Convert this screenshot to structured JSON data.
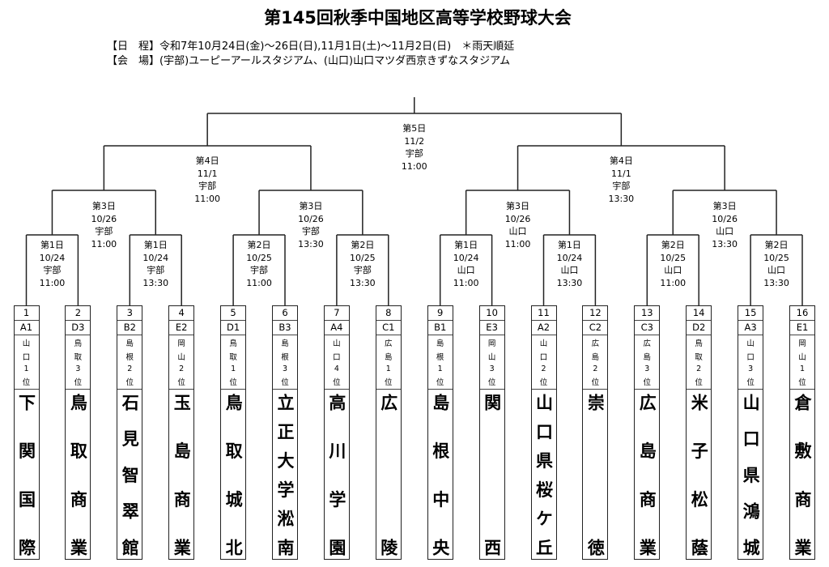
{
  "title": "第145回秋季中国地区高等学校野球大会",
  "schedule_line": "【日　程】令和7年10月24日(金)～26日(日),11月1日(土)～11月2日(日)　＊雨天順延",
  "venue_line": "【会　場】(宇部)ユーピーアールスタジアム、(山口)山口マツダ西京きずなスタジアム",
  "teams": [
    {
      "no": "1",
      "code": "A1",
      "pref": [
        "山",
        "口",
        "1",
        "位"
      ],
      "name": "下関国際"
    },
    {
      "no": "2",
      "code": "D3",
      "pref": [
        "鳥",
        "取",
        "3",
        "位"
      ],
      "name": "鳥取商業"
    },
    {
      "no": "3",
      "code": "B2",
      "pref": [
        "島",
        "根",
        "2",
        "位"
      ],
      "name": "石見智翠館"
    },
    {
      "no": "4",
      "code": "E2",
      "pref": [
        "岡",
        "山",
        "2",
        "位"
      ],
      "name": "玉島商業"
    },
    {
      "no": "5",
      "code": "D1",
      "pref": [
        "鳥",
        "取",
        "1",
        "位"
      ],
      "name": "鳥取城北"
    },
    {
      "no": "6",
      "code": "B3",
      "pref": [
        "島",
        "根",
        "3",
        "位"
      ],
      "name": "立正大学淞南"
    },
    {
      "no": "7",
      "code": "A4",
      "pref": [
        "山",
        "口",
        "4",
        "位"
      ],
      "name": "高川学園"
    },
    {
      "no": "8",
      "code": "C1",
      "pref": [
        "広",
        "島",
        "1",
        "位"
      ],
      "name": "広陵"
    },
    {
      "no": "9",
      "code": "B1",
      "pref": [
        "島",
        "根",
        "1",
        "位"
      ],
      "name": "島根中央"
    },
    {
      "no": "10",
      "code": "E3",
      "pref": [
        "岡",
        "山",
        "3",
        "位"
      ],
      "name": "関西"
    },
    {
      "no": "11",
      "code": "A2",
      "pref": [
        "山",
        "口",
        "2",
        "位"
      ],
      "name": "山口県桜ケ丘"
    },
    {
      "no": "12",
      "code": "C2",
      "pref": [
        "広",
        "島",
        "2",
        "位"
      ],
      "name": "崇徳"
    },
    {
      "no": "13",
      "code": "C3",
      "pref": [
        "広",
        "島",
        "3",
        "位"
      ],
      "name": "広島商業"
    },
    {
      "no": "14",
      "code": "D2",
      "pref": [
        "鳥",
        "取",
        "2",
        "位"
      ],
      "name": "米子松蔭"
    },
    {
      "no": "15",
      "code": "A3",
      "pref": [
        "山",
        "口",
        "3",
        "位"
      ],
      "name": "山口県鴻城"
    },
    {
      "no": "16",
      "code": "E1",
      "pref": [
        "岡",
        "山",
        "1",
        "位"
      ],
      "name": "倉敷商業"
    }
  ],
  "rounds": [
    [
      [
        "第1日",
        "10/24",
        "宇部",
        "11:00"
      ],
      [
        "第1日",
        "10/24",
        "宇部",
        "13:30"
      ],
      [
        "第2日",
        "10/25",
        "宇部",
        "11:00"
      ],
      [
        "第2日",
        "10/25",
        "宇部",
        "13:30"
      ],
      [
        "第1日",
        "10/24",
        "山口",
        "11:00"
      ],
      [
        "第1日",
        "10/24",
        "山口",
        "13:30"
      ],
      [
        "第2日",
        "10/25",
        "山口",
        "11:00"
      ],
      [
        "第2日",
        "10/25",
        "山口",
        "13:30"
      ]
    ],
    [
      [
        "第3日",
        "10/26",
        "宇部",
        "11:00"
      ],
      [
        "第3日",
        "10/26",
        "宇部",
        "13:30"
      ],
      [
        "第3日",
        "10/26",
        "山口",
        "11:00"
      ],
      [
        "第3日",
        "10/26",
        "山口",
        "13:30"
      ]
    ],
    [
      [
        "第4日",
        "11/1",
        "宇部",
        "11:00"
      ],
      [
        "第4日",
        "11/1",
        "宇部",
        "13:30"
      ]
    ],
    [
      [
        "第5日",
        "11/2",
        "宇部",
        "11:00"
      ]
    ]
  ]
}
